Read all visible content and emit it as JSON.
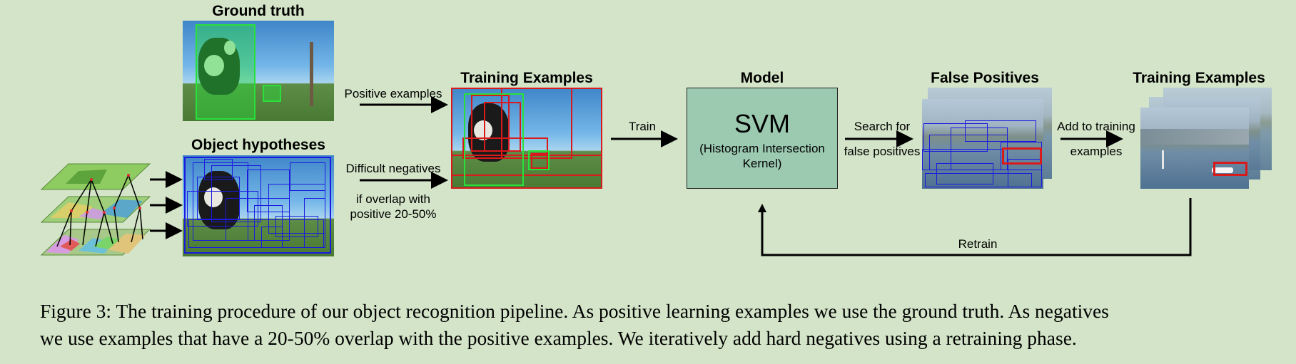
{
  "titles": {
    "ground_truth": "Ground truth",
    "object_hypotheses": "Object hypotheses",
    "training_examples_1": "Training Examples",
    "model": "Model",
    "false_positives": "False Positives",
    "training_examples_2": "Training Examples"
  },
  "labels": {
    "positive_examples": "Positive examples",
    "difficult_negatives": "Difficult negatives",
    "overlap_line1": "if overlap with",
    "overlap_line2": "positive 20-50%",
    "train": "Train",
    "search_line1": "Search for",
    "search_line2": "false positives",
    "add_line1": "Add to training",
    "add_line2": "examples",
    "retrain": "Retrain"
  },
  "svm": {
    "name": "SVM",
    "detail_line1": "(Histogram Intersection",
    "detail_line2": "Kernel)"
  },
  "caption": {
    "line1": "Figure 3: The training procedure of our object recognition pipeline. As positive learning examples we use the ground truth. As negatives",
    "line2": "we use examples that have a 20-50% overlap with the positive examples. We iteratively add hard negatives using a retraining phase."
  },
  "colors": {
    "background": "#d3e4c8",
    "svm_fill": "#9ccab1",
    "positive_box": "#29e03a",
    "negative_box": "#d81a1a",
    "hypothesis_box": "#1a1ae0"
  }
}
